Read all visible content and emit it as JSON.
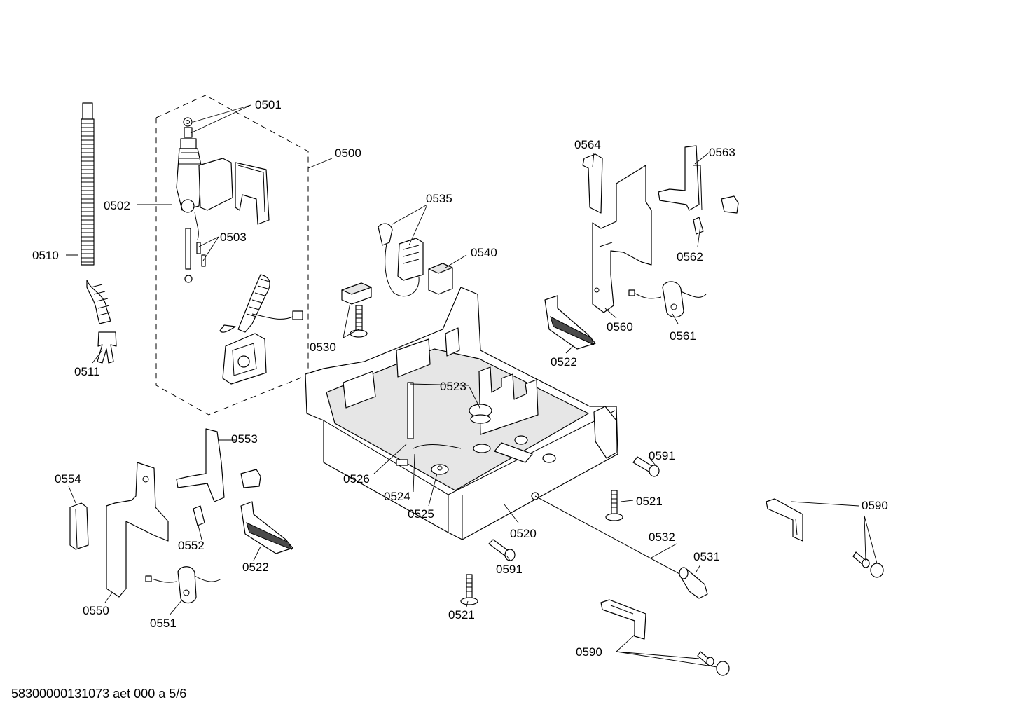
{
  "footer_text": "58300000131073 aet 000 a 5/6",
  "labels": {
    "l0500": "0500",
    "l0501": "0501",
    "l0502": "0502",
    "l0503": "0503",
    "l0510": "0510",
    "l0511": "0511",
    "l0520": "0520",
    "l0521a": "0521",
    "l0521b": "0521",
    "l0522a": "0522",
    "l0522b": "0522",
    "l0523": "0523",
    "l0524": "0524",
    "l0525": "0525",
    "l0526": "0526",
    "l0530": "0530",
    "l0531": "0531",
    "l0532": "0532",
    "l0535": "0535",
    "l0540": "0540",
    "l0550": "0550",
    "l0551": "0551",
    "l0552": "0552",
    "l0553": "0553",
    "l0554": "0554",
    "l0560": "0560",
    "l0561": "0561",
    "l0562": "0562",
    "l0563": "0563",
    "l0564": "0564",
    "l0590a": "0590",
    "l0590b": "0590",
    "l0591a": "0591",
    "l0591b": "0591"
  }
}
